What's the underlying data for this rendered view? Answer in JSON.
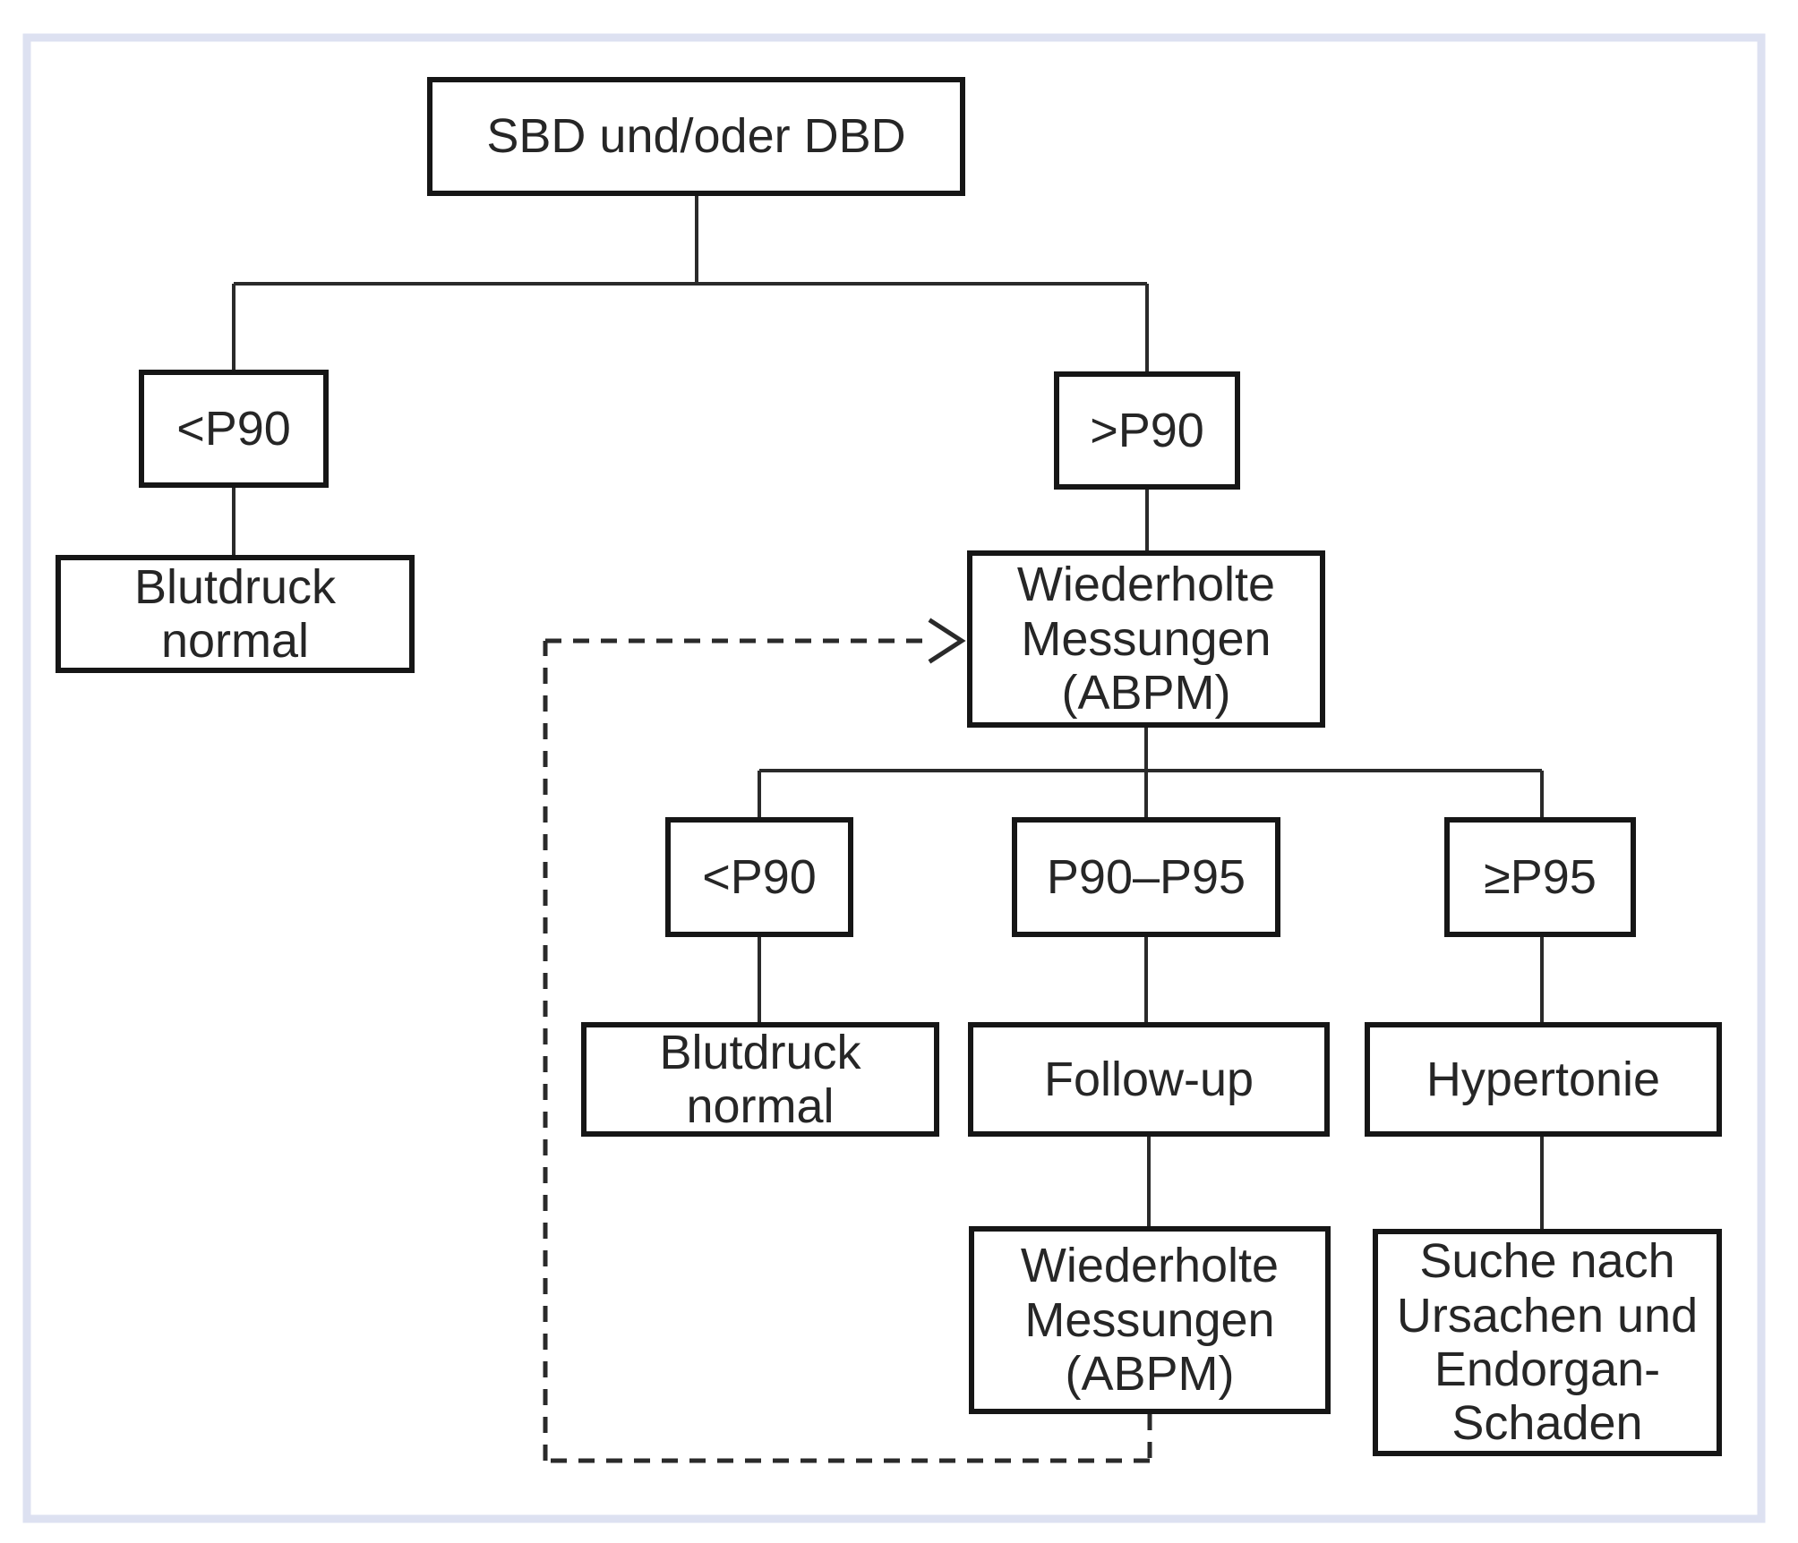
{
  "colors": {
    "frame_border": "#dde1f1",
    "line": "#2a2a2a",
    "box_border": "#161616",
    "text": "#262626",
    "background": "#ffffff"
  },
  "nodes": {
    "root": {
      "label": "SBD und/oder DBD"
    },
    "lt_p90_first": {
      "label": "<P90"
    },
    "bp_normal_first": {
      "label": "Blutdruck\nnormal"
    },
    "gt_p90": {
      "label": ">P90"
    },
    "abpm_first": {
      "label": "Wiederholte\nMessungen\n(ABPM)"
    },
    "lt_p90_second": {
      "label": "<P90"
    },
    "p90_p95": {
      "label": "P90–P95"
    },
    "ge_p95": {
      "label": "≥P95"
    },
    "bp_normal_second": {
      "label": "Blutdruck\nnormal"
    },
    "follow_up": {
      "label": "Follow-up"
    },
    "hypertonie": {
      "label": "Hypertonie"
    },
    "abpm_second": {
      "label": "Wiederholte\nMessungen\n(ABPM)"
    },
    "suche": {
      "label": "Suche nach\nUrsachen und\nEndorgan-\nSchaden"
    }
  }
}
